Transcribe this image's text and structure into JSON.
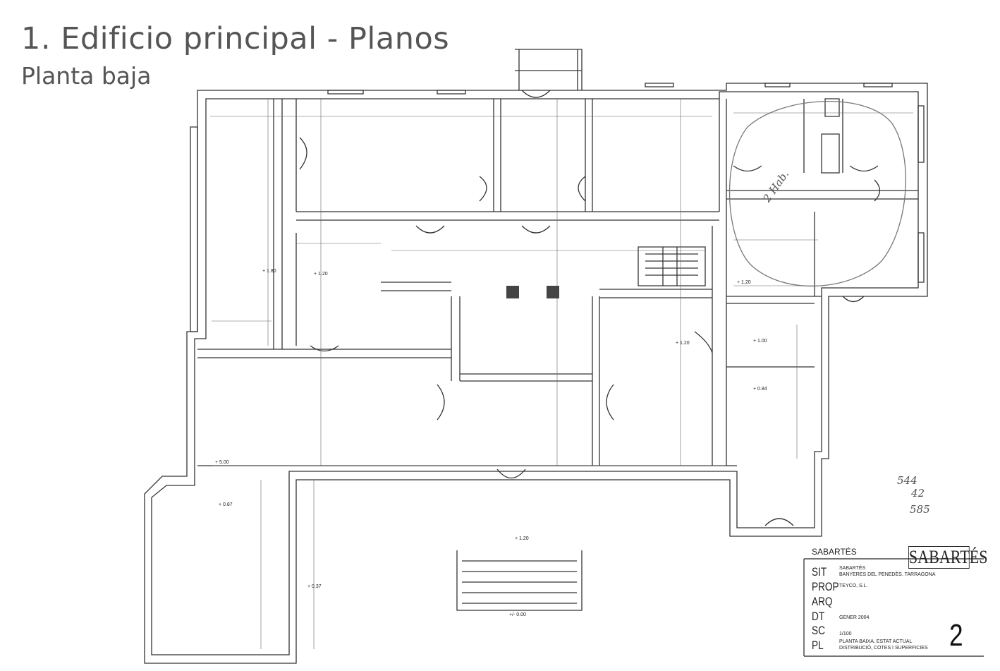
{
  "title": "1. Edificio principal - Planos",
  "subtitle": "Planta baja",
  "cartouche": {
    "company": "SABARTÉS",
    "logo": "SABARTÉS",
    "rows": [
      {
        "code": "SIT",
        "line1": "SABARTÉS",
        "line2": "BANYERES DEL PENEDÈS. TARRAGONA"
      },
      {
        "code": "PROP",
        "line1": "TEYCO, S.L.",
        "line2": ""
      },
      {
        "code": "ARQ",
        "line1": "",
        "line2": ""
      },
      {
        "code": "DT",
        "line1": "GENER 2004",
        "line2": ""
      },
      {
        "code": "SC",
        "line1": "1/100",
        "line2": ""
      },
      {
        "code": "PL",
        "line1": "PLANTA BAIXA. ESTAT ACTUAL",
        "line2": "DISTRIBUCIÓ, COTES I SUPERFICIES"
      }
    ],
    "sheet_number": "2"
  },
  "annotations": {
    "room_note": "2 Hab.",
    "tally": [
      "544",
      "42",
      "585"
    ],
    "levels": [
      "+ 1.80",
      "+ 1.20",
      "+ 1.20",
      "+ 1.00",
      "+ 0.84",
      "+ 1.20",
      "+ 0.87",
      "+ 0.37",
      "+/- 0.00",
      "+ 5.00",
      "+ 1.20"
    ]
  }
}
